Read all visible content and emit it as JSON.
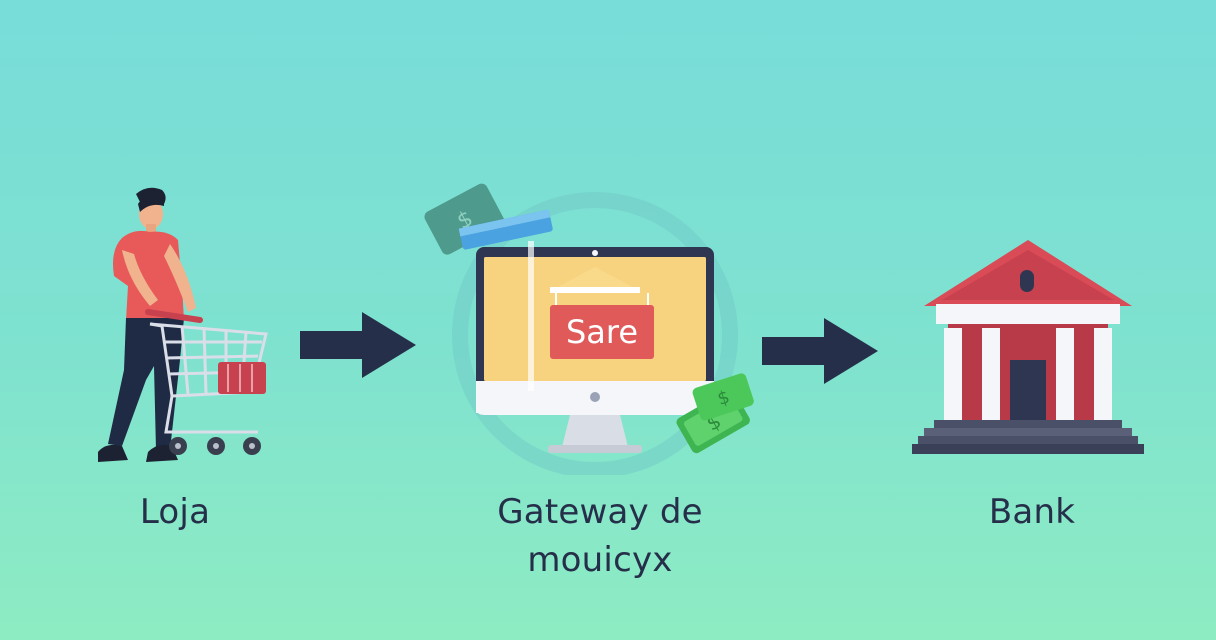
{
  "diagram": {
    "nodes": [
      {
        "id": "store",
        "label": "Loja",
        "icon": "shopper-with-cart-icon"
      },
      {
        "id": "gateway",
        "label_line1": "Gateway de",
        "label_line2": "mouicyx",
        "icon": "computer-monitor-store-icon",
        "sign_text": "Sare"
      },
      {
        "id": "bank",
        "label": "Bank",
        "icon": "bank-building-icon"
      }
    ],
    "edges": [
      {
        "from": "store",
        "to": "gateway",
        "icon": "right-arrow-icon"
      },
      {
        "from": "gateway",
        "to": "bank",
        "icon": "right-arrow-icon"
      }
    ]
  },
  "colors": {
    "background_top": "#78dcd9",
    "background_bottom": "#8eecc2",
    "text": "#262f4a",
    "arrow": "#262f4a",
    "accent_red": "#e05a5a",
    "bank_red": "#c8414e",
    "money_green": "#4cc85a"
  }
}
